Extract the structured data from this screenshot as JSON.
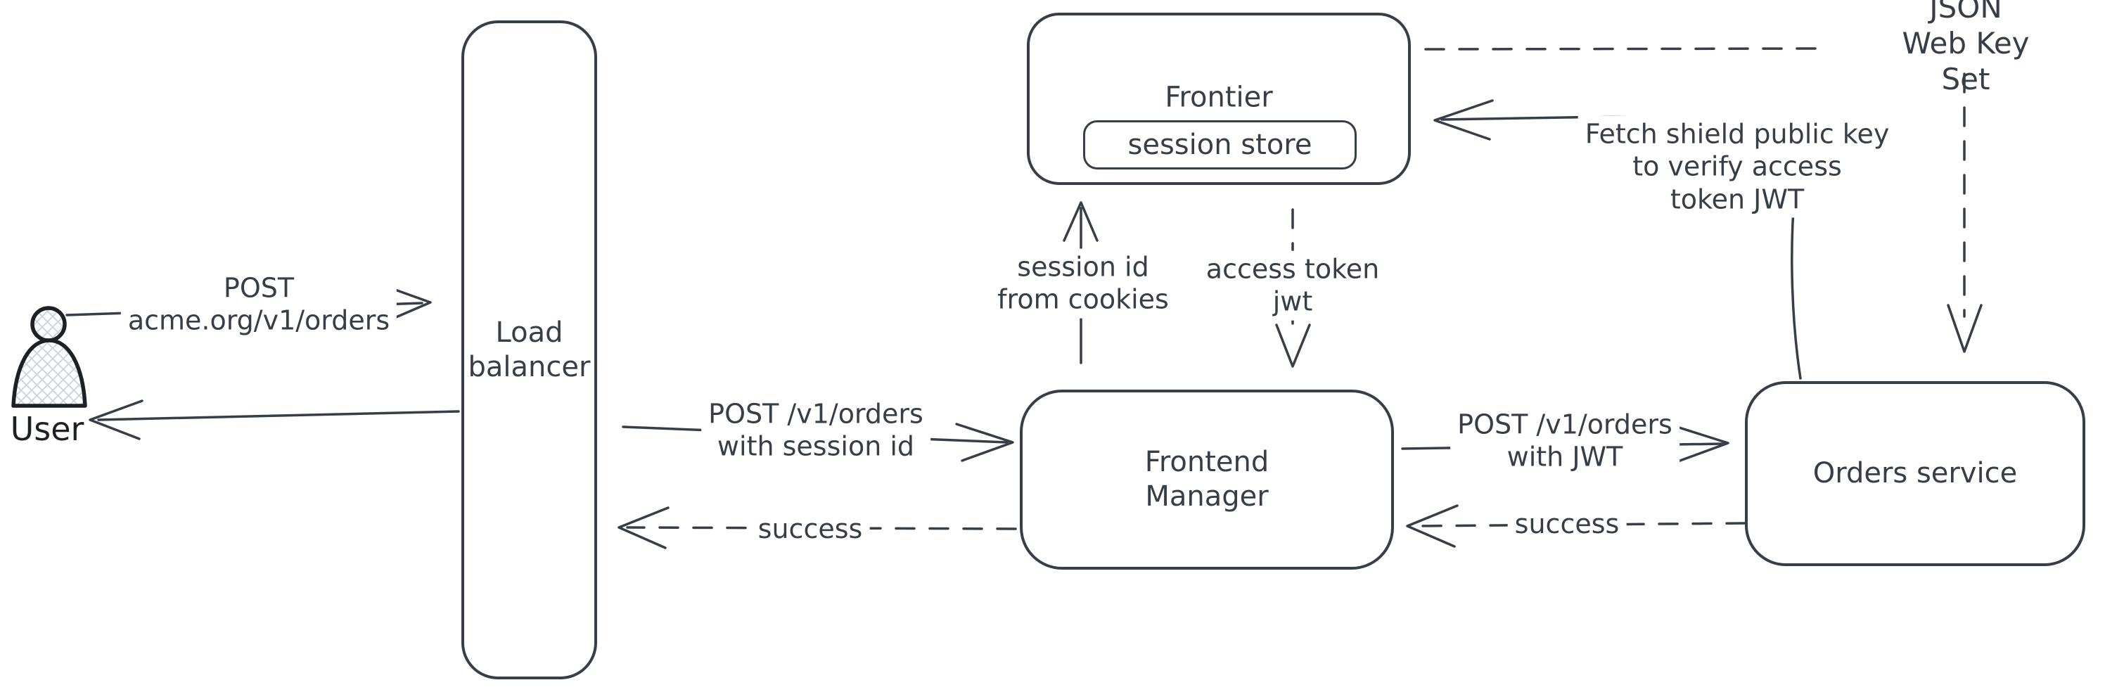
{
  "diagram": {
    "background_color": "#ffffff",
    "stroke_color": "#373e47",
    "figure_stroke_color": "#1d2125",
    "hatch_fill_color": "#cdd6de",
    "nodes": {
      "user": {
        "label": "User",
        "icon": "person-icon"
      },
      "load_balancer": {
        "label": "Load\nbalancer"
      },
      "frontier": {
        "label": "Frontier"
      },
      "session_store": {
        "label": "session store"
      },
      "frontend_manager": {
        "label": "Frontend\nManager"
      },
      "orders_service": {
        "label": "Orders service"
      }
    },
    "edges": {
      "user_post": {
        "label": "POST\nacme.org/v1/orders",
        "style": "solid",
        "from": "User",
        "to": "Load balancer"
      },
      "lb_reply": {
        "style": "solid",
        "from": "Load balancer",
        "to": "User"
      },
      "lb_post": {
        "label": "POST /v1/orders\nwith session id",
        "style": "solid",
        "from": "Load balancer",
        "to": "Frontend Manager"
      },
      "fm_success": {
        "label": "success",
        "style": "dashed",
        "from": "Frontend Manager",
        "to": "Load balancer"
      },
      "session_lookup": {
        "label": "session id\nfrom cookies",
        "style": "solid",
        "from": "Frontend Manager",
        "to": "Frontier"
      },
      "access_token": {
        "label": "access token\njwt",
        "style": "dashed",
        "from": "Frontier",
        "to": "Frontend Manager"
      },
      "fm_post": {
        "label": "POST /v1/orders\nwith JWT",
        "style": "solid",
        "from": "Frontend Manager",
        "to": "Orders service"
      },
      "orders_success": {
        "label": "success",
        "style": "dashed",
        "from": "Orders service",
        "to": "Frontend Manager"
      },
      "fetch_public_key": {
        "label": "Fetch shield public key\nto verify access\ntoken JWT",
        "style": "solid",
        "from": "Orders service",
        "to": "Frontier"
      },
      "jwks_link": {
        "label": "JSON Web Key Set",
        "style": "dashed",
        "from": "JSON Web Key Set",
        "to": "Frontier"
      },
      "jwks_to_orders": {
        "style": "dashed",
        "from": "JSON Web Key Set",
        "to": "Orders service"
      }
    }
  }
}
